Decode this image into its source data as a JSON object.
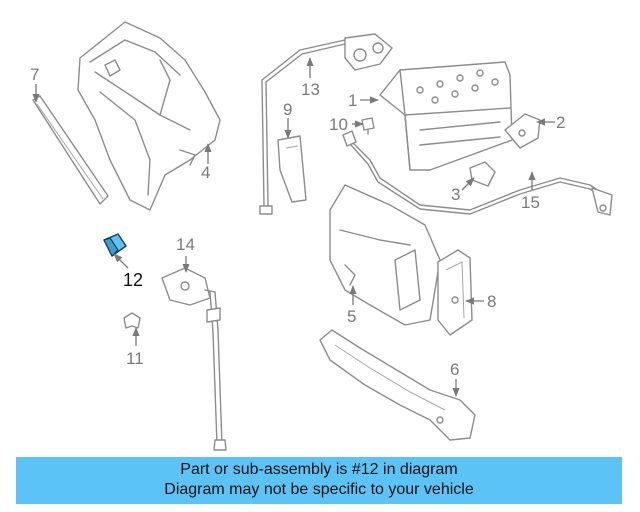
{
  "diagram": {
    "highlight_color": "#5bc3f5",
    "highlighted_part": "12",
    "callouts": {
      "c1": "1",
      "c2": "2",
      "c3": "3",
      "c4": "4",
      "c5": "5",
      "c6": "6",
      "c7": "7",
      "c8": "8",
      "c9": "9",
      "c10": "10",
      "c11": "11",
      "c12": "12",
      "c13": "13",
      "c14": "14",
      "c15": "15"
    }
  },
  "banner": {
    "line1": "Part or sub-assembly is #12 in diagram",
    "line2": "Diagram may not be specific to your vehicle",
    "background": "#5bc3f5"
  }
}
